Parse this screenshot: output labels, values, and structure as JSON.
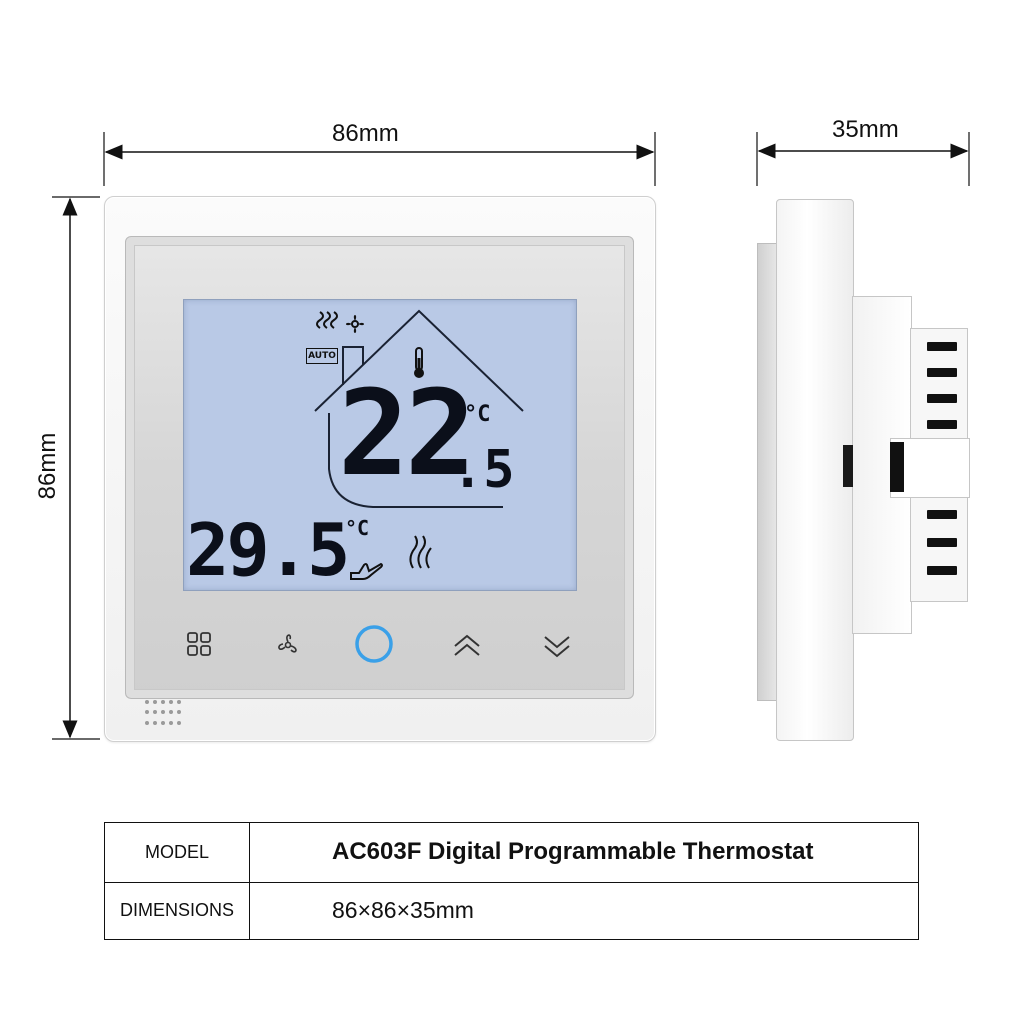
{
  "dimensions": {
    "front_width": "86mm",
    "front_height": "86mm",
    "side_depth": "35mm"
  },
  "lcd": {
    "mode_badge": "AUTO",
    "main_temp_int": "22",
    "main_temp_dec": ".5",
    "main_unit": "°C",
    "set_temp": "29.5",
    "set_unit": "°C"
  },
  "icons": {
    "lcd": [
      "fan-speed-icon",
      "fan-icon",
      "thermometer-icon",
      "heat-icon",
      "hand-icon",
      "house-outline-icon"
    ],
    "buttons": [
      "menu-grid-icon",
      "fan-button-icon",
      "power-ring-icon",
      "chevron-up-icon",
      "chevron-down-icon"
    ]
  },
  "colors": {
    "lcd_background": "#b9c9e6",
    "power_ring": "#3aa0e8",
    "lcd_text": "#0b0f1a"
  },
  "spec_table": {
    "rows": [
      {
        "key": "MODEL",
        "value": "AC603F Digital Programmable Thermostat"
      },
      {
        "key": "DIMENSIONS",
        "value": "86×86×35mm"
      }
    ]
  }
}
